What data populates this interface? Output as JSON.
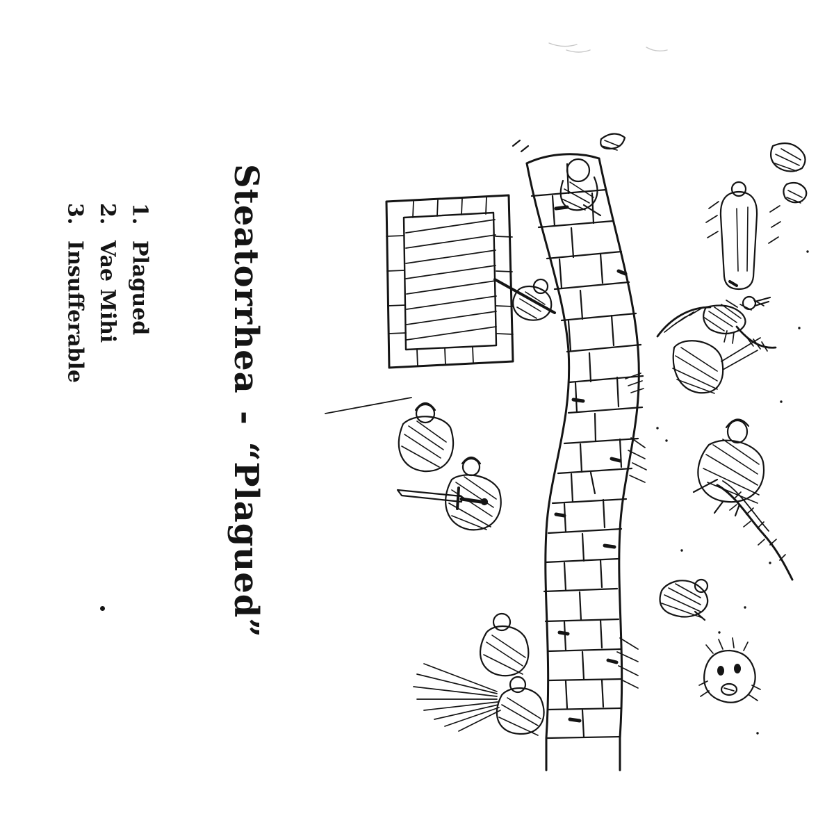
{
  "colors": {
    "background": "#ffffff",
    "ink": "#141414"
  },
  "cover": {
    "title": {
      "artist": "Steatorrhea",
      "dash": "-",
      "album": "“Plagued”"
    },
    "tracklist": [
      {
        "num": "1.",
        "name": "Plagued"
      },
      {
        "num": "2.",
        "name": "Vae Mihi"
      },
      {
        "num": "3.",
        "name": "Insufferable"
      }
    ]
  }
}
